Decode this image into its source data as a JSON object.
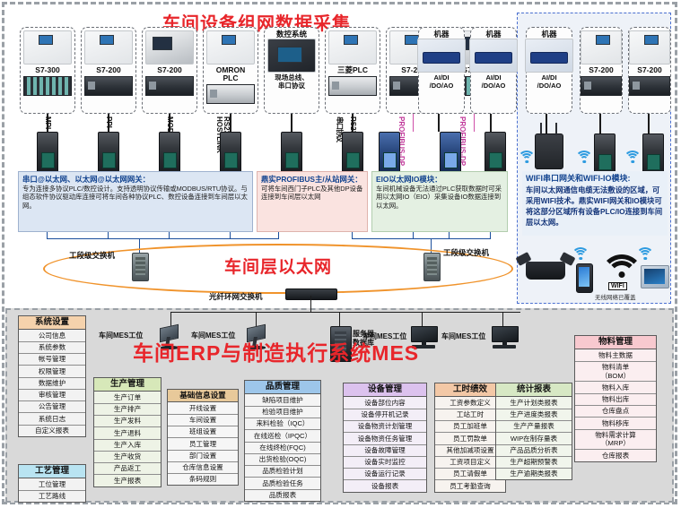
{
  "diagram": {
    "title_top": "车间设备组网数据采集",
    "title_ring": "车间层以太网",
    "title_mes": "车间ERP与制造执行系统MES"
  },
  "devices": [
    {
      "name": "S7-300",
      "note": "",
      "pic": "printer",
      "cpu": "rack",
      "protocol": "MPI"
    },
    {
      "name": "S7-200",
      "note": "",
      "pic": "printer",
      "cpu": "dark",
      "protocol": "PPI"
    },
    {
      "name": "S7-200",
      "note": "",
      "pic": "dark",
      "cpu": "dark",
      "protocol": "MODBUS/RTU"
    },
    {
      "name": "OMRON\nPLC",
      "note": "",
      "pic": "printer",
      "cpu": "light",
      "protocol": "RS232-485\nHOSTLINK"
    },
    {
      "name": "数控系统",
      "note": "现场总线、\n串口协议",
      "pic": "cnc",
      "cpu": "none",
      "protocol": ""
    },
    {
      "name": "三菱PLC",
      "note": "",
      "pic": "printer",
      "cpu": "light",
      "protocol": "串口协议"
    },
    {
      "name": "S7-200",
      "note": "",
      "pic": "printer",
      "cpu": "dark",
      "protocol": "RS232-485"
    },
    {
      "name": "S7-300",
      "note": "",
      "pic": "dark",
      "cpu": "rack",
      "protocol": "PROFIBUS-DP"
    },
    {
      "name": "机器",
      "note": "AI/DI\n/DO/AO",
      "pic": "robot",
      "cpu": "none",
      "protocol": "PROFIBUS-DP"
    },
    {
      "name": "机器",
      "note": "AI/DI\n/DO/AO",
      "pic": "robot",
      "cpu": "none",
      "protocol": ""
    }
  ],
  "wifi_devices": [
    {
      "name": "机器",
      "note": "AI/DI\n/DO/AO",
      "pic": "robot",
      "cpu": "none"
    },
    {
      "name": "S7-200",
      "note": "",
      "pic": "printer",
      "cpu": "dark"
    },
    {
      "name": "S7-200",
      "note": "",
      "pic": "printer",
      "cpu": "dark"
    }
  ],
  "callouts": {
    "serial_gateway": {
      "heading": "串口@以太网、以太网@以太网网关：",
      "body": "专为连接多协议PLC/数控设计。支持透明协议传输或MODBUS/RTU协议。与组态软件协议驱动库连接可将车间各种协议PLC、数控设备连接到车间层以太网。"
    },
    "profibus_gateway": {
      "heading": "鼎实PROFIBUS主/从站网关：",
      "body": "可将车间西门子PLC及其他DP设备连接到车间层以太网"
    },
    "eio_module": {
      "heading": "EIO以太网IO模块：",
      "body": "车间机械设备无法通过PLC获取数据时可采用以太网IO（EIO）采集设备IO数据连接到以太网。"
    },
    "wifi_module": {
      "heading": "WIFI串口网关和WIFI-IO模块:",
      "body": "车间以太网通信电缆无法敷设的区域，可采用WIFI技术。鼎实WIFI网关和IO模块可将这部分区域所有设备PLC/IO连接到车间层以太网。"
    }
  },
  "network_labels": {
    "segment_switch_left": "工段级交换机",
    "segment_switch_right": "工段级交换机",
    "fiber_switch": "光纤环网交换机",
    "wifi_coverage": "无线网络已覆盖",
    "wifi_tag": "WIFI"
  },
  "workstations": [
    {
      "label": "车间MES工位",
      "type": "kiosk"
    },
    {
      "label": "车间MES工位",
      "type": "kiosk"
    },
    {
      "label": "服务器\n数据库",
      "type": "server"
    },
    {
      "label": "车间MES工位",
      "type": "monitor"
    },
    {
      "label": "车间MES工位",
      "type": "monitor"
    }
  ],
  "mes_panels": [
    {
      "key": "system_settings",
      "title": "系统设置",
      "items": [
        "公司信息",
        "系统参数",
        "帐号管理",
        "权限管理",
        "数据维护",
        "审核管理",
        "公告管理",
        "系统日志",
        "自定义报表"
      ]
    },
    {
      "key": "craft_management",
      "title": "工艺管理",
      "items": [
        "工位管理",
        "工艺路线"
      ]
    },
    {
      "key": "production_management",
      "title": "生产管理",
      "items": [
        "生产订单",
        "生产排产",
        "生产发料",
        "生产退料",
        "生产入库",
        "生产收货",
        "产品返工",
        "生产报表"
      ]
    },
    {
      "key": "basic_info_settings",
      "title": "基础信息设置",
      "items": [
        "开线设置",
        "车间设置",
        "班组设置",
        "员工管理",
        "部门设置",
        "仓库信息设置",
        "条码规则"
      ]
    },
    {
      "key": "quality_management",
      "title": "品质管理",
      "items": [
        "缺陷项目维护",
        "检验项目维护",
        "来料检验（IQC）",
        "在线巡检（IPQC）",
        "在线终检(FQC)",
        "出货检验(OQC)",
        "品质检验计划",
        "品质检验任务",
        "品质报表"
      ]
    },
    {
      "key": "equipment_management",
      "title": "设备管理",
      "items": [
        "设备部位内容",
        "设备停开机记录",
        "设备物资计划管理",
        "设备物资任务管理",
        "设备故障管理",
        "设备实时监控",
        "设备运行记录",
        "设备报表"
      ]
    },
    {
      "key": "labor_performance",
      "title": "工时绩效",
      "items": [
        "工资参数定义",
        "工站工时",
        "员工加班单",
        "员工罚款单",
        "其他加减项设置",
        "工资项目定义",
        "员工请假单",
        "员工考勤查询"
      ]
    },
    {
      "key": "statistics_reports",
      "title": "统计报表",
      "items": [
        "生产计划类报表",
        "生产进度类报表",
        "生产产量报表",
        "WIP在制存量表",
        "产品品质分析表",
        "生产超期预警表",
        "生产逾期类报表"
      ]
    },
    {
      "key": "material_management",
      "title": "物料管理",
      "items": [
        "物料主数据",
        "物料清单\n（BOM）",
        "物料入库",
        "物料出库",
        "仓库盘点",
        "物料移库",
        "物料需求计算\n（MRP）",
        "仓库报表"
      ]
    }
  ],
  "colors": {
    "title_red": "#e8262b",
    "ring_orange": "#f0932b",
    "callout_blue": "#dce6f3",
    "callout_pink": "#fae3e0",
    "callout_green": "#e4f0e2",
    "wifi_zone_border": "#4a6fd0",
    "mes_bg": "#d9d9d9"
  }
}
